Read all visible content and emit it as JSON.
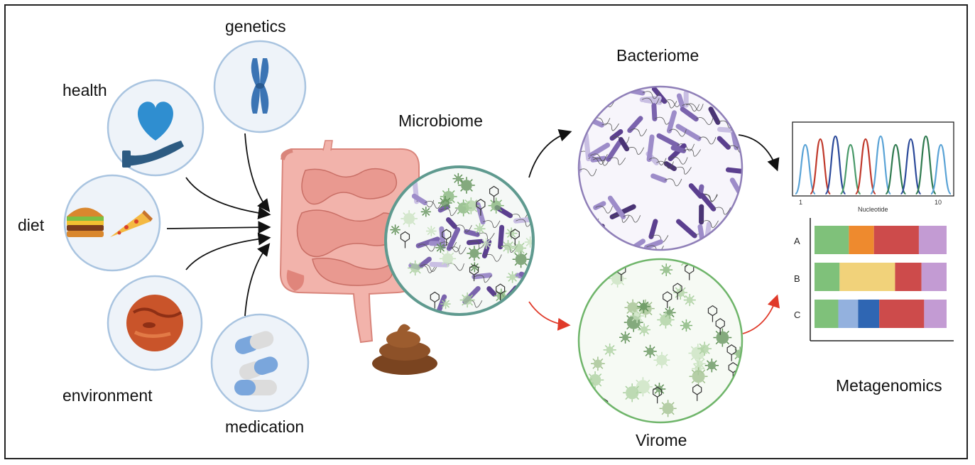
{
  "labels": {
    "genetics": "genetics",
    "health": "health",
    "diet": "diet",
    "environment": "environment",
    "medication": "medication",
    "microbiome": "Microbiome",
    "bacteriome": "Bacteriome",
    "virome": "Virome",
    "metagenomics": "Metagenomics"
  },
  "chromatogram": {
    "xlabel": "Nucleotide",
    "tick_start": "1",
    "tick_end": "10",
    "peak_colors": [
      "#5aa3d6",
      "#c0392b",
      "#2c4a9a",
      "#4a9a6a",
      "#c0392b",
      "#5aa3d6",
      "#2f7a4f",
      "#2c4a9a",
      "#2f7a4f",
      "#5aa3d6"
    ]
  },
  "composition": {
    "rows": [
      {
        "label": "A",
        "segments": [
          {
            "value": 0.26,
            "color": "#7fc17a"
          },
          {
            "value": 0.19,
            "color": "#ee8a2e"
          },
          {
            "value": 0.34,
            "color": "#cd4b4b"
          },
          {
            "value": 0.21,
            "color": "#c39bd3"
          }
        ]
      },
      {
        "label": "B",
        "segments": [
          {
            "value": 0.19,
            "color": "#7fc17a"
          },
          {
            "value": 0.42,
            "color": "#f1d27a"
          },
          {
            "value": 0.2,
            "color": "#cd4b4b"
          },
          {
            "value": 0.19,
            "color": "#c39bd3"
          }
        ]
      },
      {
        "label": "C",
        "segments": [
          {
            "value": 0.18,
            "color": "#7fc17a"
          },
          {
            "value": 0.15,
            "color": "#93b1de"
          },
          {
            "value": 0.16,
            "color": "#2f66b3"
          },
          {
            "value": 0.34,
            "color": "#cd4b4b"
          },
          {
            "value": 0.17,
            "color": "#c39bd3"
          }
        ]
      }
    ]
  },
  "icons": {
    "genetics": "chromosome-icon",
    "health": "heart-in-hand-icon",
    "diet": "burger-pizza-icon",
    "environment": "planet-icon",
    "medication": "capsules-icon",
    "gut": "intestine-icon",
    "stool": "stool-icon"
  },
  "colors": {
    "circle_border": "#a9c4e0",
    "bacteriome_border": "#8f7fb8",
    "virome_border": "#6fb56a",
    "microbiome_border": "#5f9a8f",
    "red_arrow": "#e03a2a"
  }
}
